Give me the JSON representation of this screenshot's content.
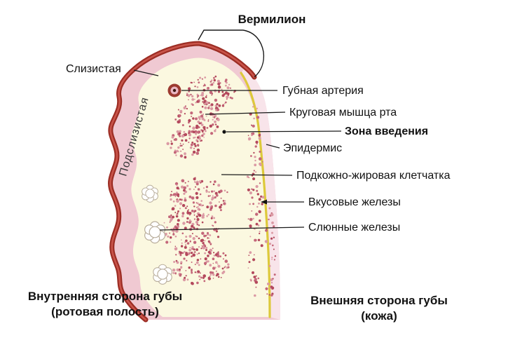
{
  "diagram": {
    "vermilion": "Вермилион",
    "mucosa": "Слизистая",
    "submucosa": "Подслизистая",
    "labial_artery": "Губная артерия",
    "orbicularis_oris": "Круговая мышца рта",
    "injection_zone": "Зона введения",
    "epidermis": "Эпидермис",
    "subcutaneous_fat": "Подкожно-жировая клетчатка",
    "taste_glands": "Вкусовые железы",
    "salivary_glands": "Слюнные железы",
    "inner_side_line1": "Внутренняя сторона губы",
    "inner_side_line2": "(ротовая полость)",
    "outer_side_line1": "Внешняя сторона губы",
    "outer_side_line2": "(кожа)",
    "colors": {
      "outer_line_dark": "#9c2d24",
      "outer_line_light": "#c9544a",
      "submucosa_fill": "#f0c9d2",
      "interior_fill": "#fbf8e0",
      "skin_strip_fill": "#f8e4ea",
      "epidermis_line": "#ddc93a",
      "speckle_dark": "#b3485c",
      "speckle_mid": "#c4677a",
      "speckle_light": "#db9aa4",
      "label_color": "#111111"
    }
  }
}
